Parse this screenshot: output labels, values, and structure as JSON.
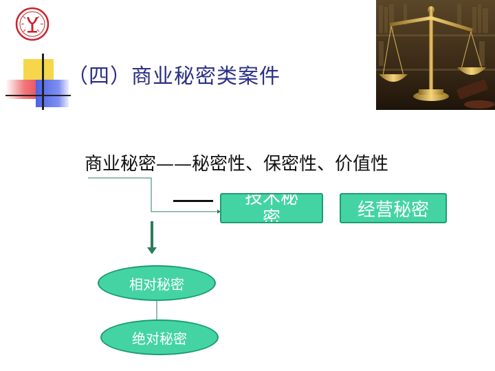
{
  "title": "（四）商业秘密类案件",
  "heading": "商业秘密——秘密性、保密性、价值性",
  "boxes": {
    "technical": "技术秘密",
    "business": "经营秘密"
  },
  "ellipses": {
    "relative": "相对秘密",
    "absolute": "绝对秘密"
  },
  "colors": {
    "title": "#2a2f86",
    "box_fill": "#44d4a4",
    "box_border": "#1b9c74",
    "connector": "#2a7c5a"
  }
}
